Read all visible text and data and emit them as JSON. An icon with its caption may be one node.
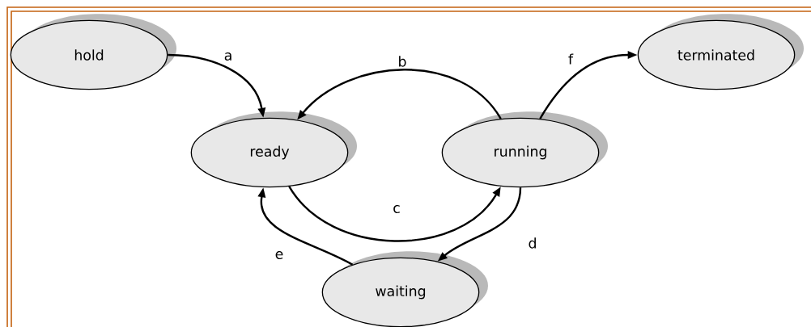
{
  "diagram": {
    "nodes": [
      {
        "text": [
          "hold"
        ]
      },
      {
        "text": [
          "ready"
        ]
      },
      {
        "text": [
          "running"
        ]
      },
      {
        "text": [
          "terminated"
        ]
      },
      {
        "text": [
          "waiting"
        ]
      }
    ],
    "edges": [
      {
        "from": 0,
        "to": 1,
        "arrow": "to",
        "label": "a"
      },
      {
        "from": 2,
        "to": 1,
        "arrow": "to",
        "label": "b"
      },
      {
        "from": 1,
        "to": 2,
        "arrow": "to",
        "label": "c"
      },
      {
        "from": 2,
        "to": 4,
        "arrow": "to",
        "label": "d"
      },
      {
        "from": 4,
        "to": 1,
        "arrow": "to",
        "label": "e"
      },
      {
        "from": 2,
        "to": 3,
        "arrow": "to",
        "label": "f"
      }
    ]
  }
}
